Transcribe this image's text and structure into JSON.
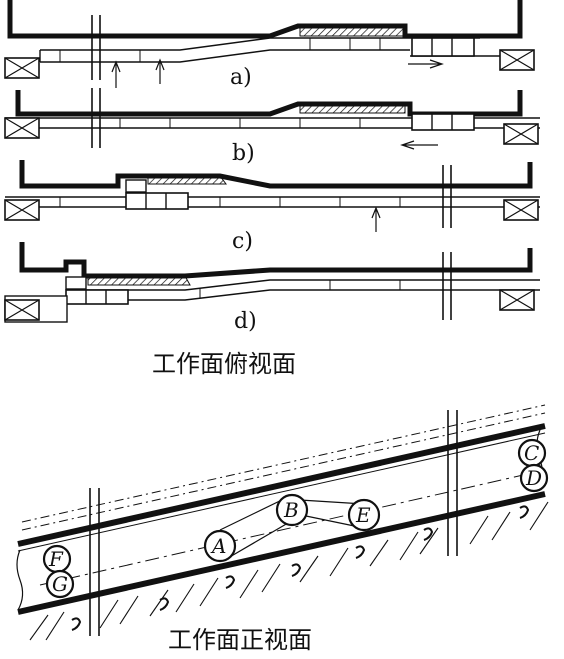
{
  "panels": [
    {
      "id": "a",
      "label": "a)"
    },
    {
      "id": "b",
      "label": "b)"
    },
    {
      "id": "c",
      "label": "c)"
    },
    {
      "id": "d",
      "label": "d)"
    }
  ],
  "captions": {
    "top_view": "工作面俯视面",
    "front_view": "工作面正视面"
  },
  "nodes": [
    "A",
    "B",
    "E",
    "C",
    "D",
    "F",
    "G"
  ],
  "colors": {
    "ink": "#111111",
    "background": "#ffffff"
  }
}
